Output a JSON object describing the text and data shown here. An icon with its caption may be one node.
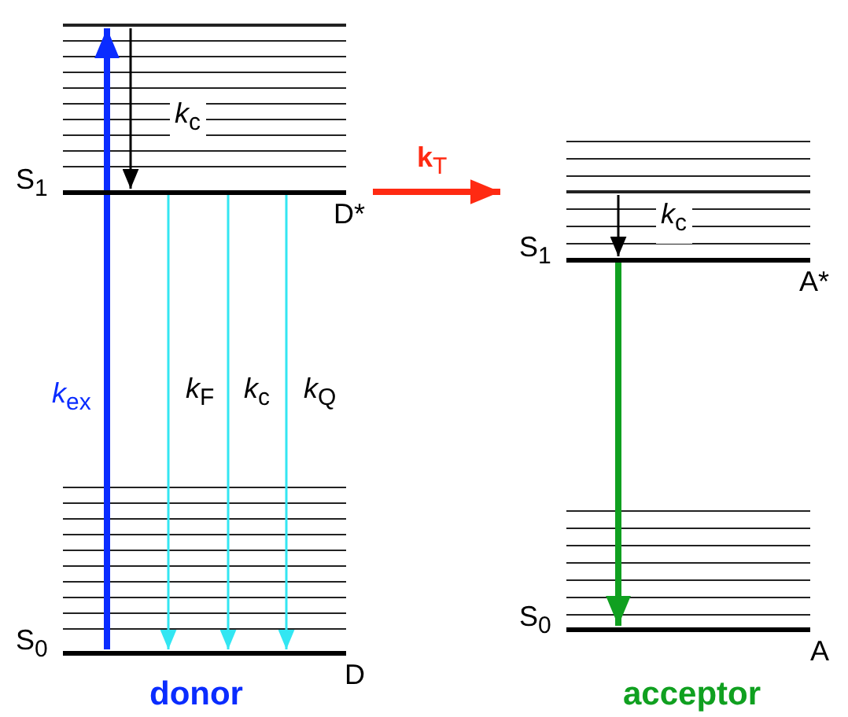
{
  "diagram": {
    "nodes": [
      {
        "text": [
          "S$_{1}$"
        ],
        "beside": [
          "D*"
        ]
      },
      {
        "text": [
          "S$_{0}$"
        ],
        "beside": [
          "D"
        ]
      },
      {
        "text": [],
        "shape": "bar"
      },
      {
        "text": [
          "S$_{1}$"
        ],
        "beside": [
          "A*"
        ]
      },
      {
        "text": [
          "S$_{0}$"
        ],
        "beside": [
          "A"
        ]
      },
      {
        "text": [],
        "shape": "bar"
      }
    ],
    "edges": [
      {
        "from": 1,
        "to": 2,
        "arrow": "to",
        "label": "*k*$_{ex}$",
        "style": "thick",
        "color": "#0a2cff"
      },
      {
        "from": 2,
        "to": 0,
        "arrow": "to",
        "label": "*k*$_{c}$",
        "color": "#000000"
      },
      {
        "from": 0,
        "to": 1,
        "arrow": "to",
        "label": "*k*$_{F}$",
        "color": "#33e6f2"
      },
      {
        "from": 0,
        "to": 1,
        "arrow": "to",
        "label": "*k*$_{c}$",
        "color": "#33e6f2"
      },
      {
        "from": 0,
        "to": 1,
        "arrow": "to",
        "label": "*k*$_{Q}$",
        "color": "#33e6f2"
      },
      {
        "from": 0,
        "to": 3,
        "arrow": "to",
        "label": "**k**$_{T}$",
        "style": "thick",
        "color": "#ff2a12"
      },
      {
        "from": 5,
        "to": 3,
        "arrow": "to",
        "label": "*k*$_{c}$",
        "color": "#000000"
      },
      {
        "from": 3,
        "to": 4,
        "arrow": "to",
        "style": "thick",
        "color": "#10a020"
      }
    ],
    "labels": [
      "donor",
      "acceptor"
    ]
  }
}
